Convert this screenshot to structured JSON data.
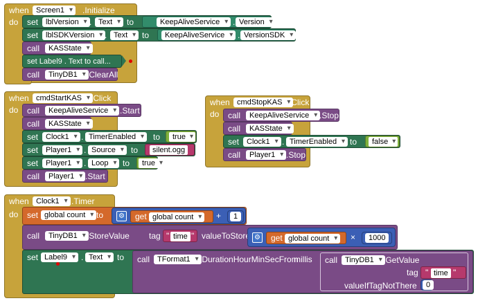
{
  "kw": {
    "when": "when",
    "do": "do",
    "set": "set",
    "call": "call",
    "to": "to",
    "get": "get",
    "tag": "tag",
    "valueToStore": "valueToStore",
    "millis": "millis",
    "valueIfTagNotThere": "valueIfTagNotThere"
  },
  "screen1_init": {
    "component": "Screen1",
    "event": ".Initialize",
    "row1": {
      "target": "lblVersion",
      "prop": "Text",
      "src": "KeepAliveService",
      "src_prop": "Version"
    },
    "row2": {
      "target": "lblSDKVersion",
      "prop": "Text",
      "src": "KeepAliveService",
      "src_prop": "VersionSDK"
    },
    "row3": {
      "proc": "KASState"
    },
    "row4": {
      "text": "set Label9 . Text  to call..."
    },
    "row5": {
      "component": "TinyDB1",
      "method": ".ClearAll"
    }
  },
  "start_click": {
    "component": "cmdStartKAS",
    "event": ".Click",
    "row1": {
      "component": "KeepAliveService",
      "method": ".Start"
    },
    "row2": {
      "proc": "KASState"
    },
    "row3": {
      "target": "Clock1",
      "prop": "TimerEnabled",
      "value": "true"
    },
    "row4": {
      "target": "Player1",
      "prop": "Source",
      "value": "silent.ogg"
    },
    "row5": {
      "target": "Player1",
      "prop": "Loop",
      "value": "true"
    },
    "row6": {
      "component": "Player1",
      "method": ".Start"
    }
  },
  "stop_click": {
    "component": "cmdStopKAS",
    "event": ".Click",
    "row1": {
      "component": "KeepAliveService",
      "method": ".Stop"
    },
    "row2": {
      "proc": "KASState"
    },
    "row3": {
      "target": "Clock1",
      "prop": "TimerEnabled",
      "value": "false"
    },
    "row4": {
      "component": "Player1",
      "method": ".Stop"
    }
  },
  "timer": {
    "component": "Clock1",
    "event": ".Timer",
    "row1": {
      "var": "global count",
      "get_var": "global count",
      "op": "+",
      "num": "1"
    },
    "row2": {
      "component": "TinyDB1",
      "method": ".StoreValue",
      "tag": "time",
      "get_var": "global count",
      "op": "×",
      "num": "1000"
    },
    "row3": {
      "target": "Label9",
      "prop": "Text",
      "fmt_component": "TFormat1",
      "fmt_method": ".DurationHourMinSecFrom",
      "db_component": "TinyDB1",
      "db_method": ".GetValue",
      "tag": "time",
      "default": "0"
    }
  },
  "colors": {
    "event": "#c7a33b",
    "procedure": "#7a4b86",
    "setter": "#2f7552",
    "text_getter": "#328c6b",
    "math": "#3b5fb5",
    "variable": "#d4692b",
    "text": "#b6396c",
    "logic": "#7fb13d"
  }
}
